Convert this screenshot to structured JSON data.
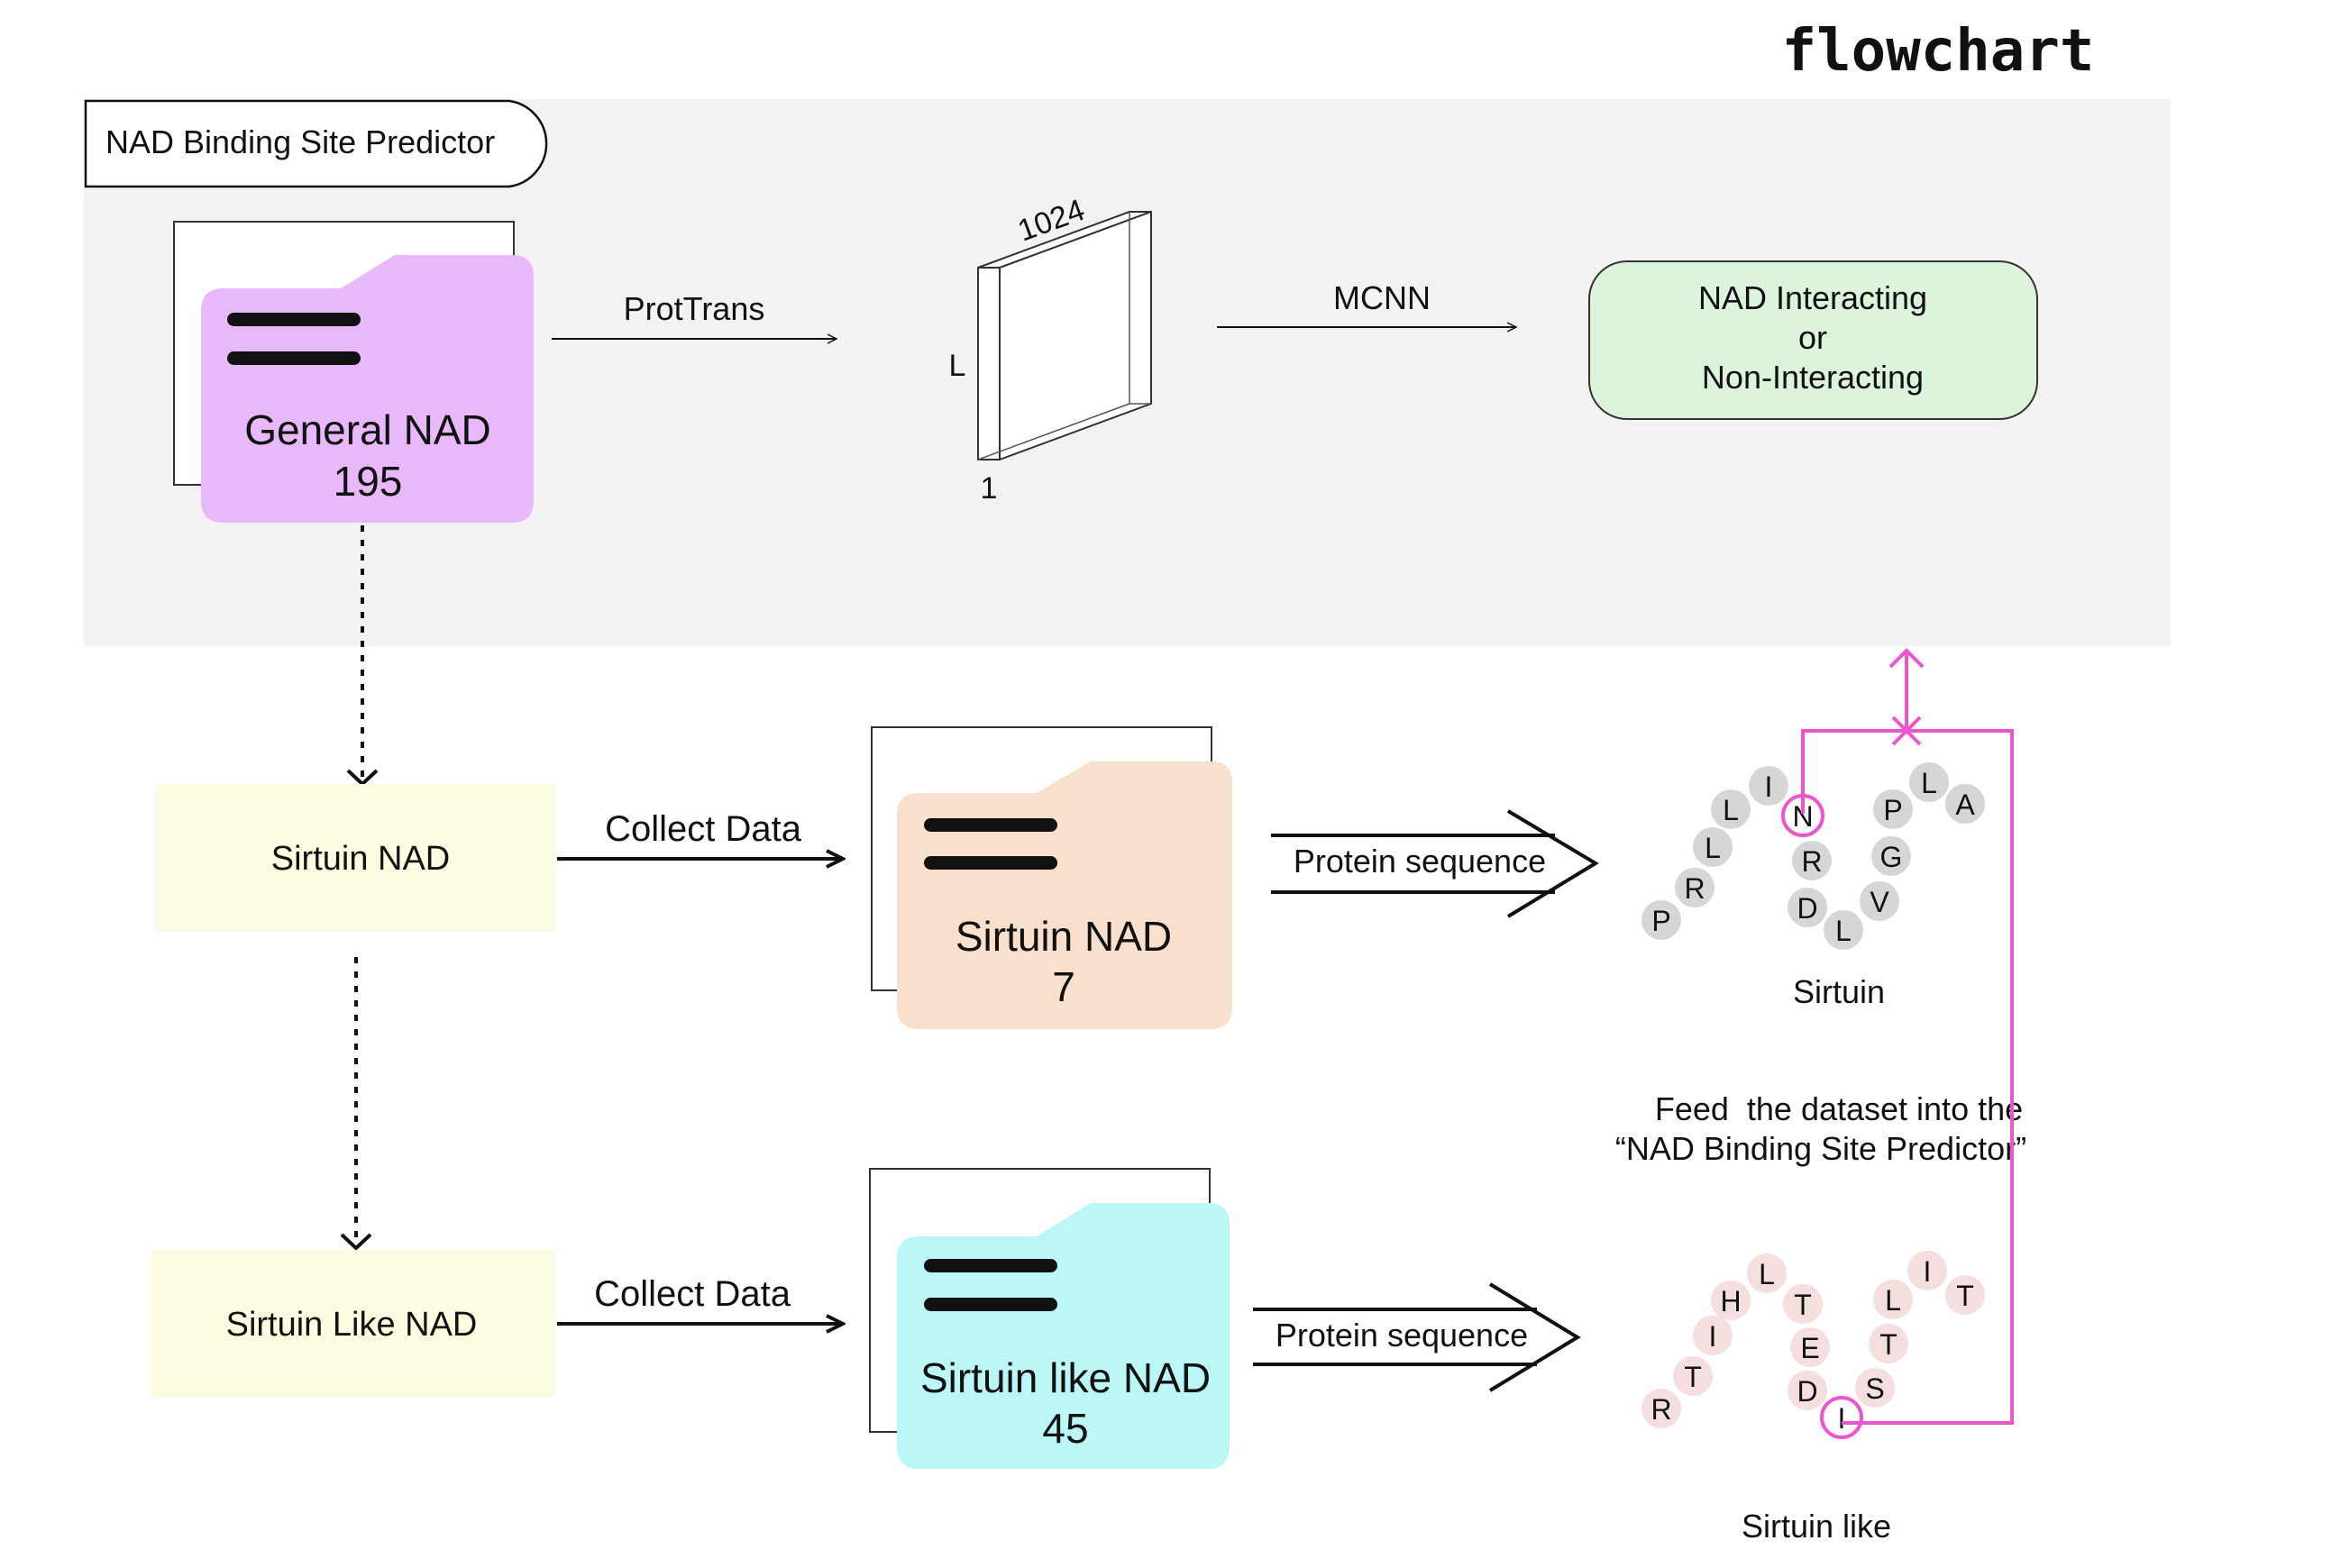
{
  "header": {
    "title": "flowchart"
  },
  "panel": {
    "label": "NAD Binding Site Predictor"
  },
  "folders": {
    "general": {
      "name": "General NAD",
      "count": "195"
    },
    "sirtuin": {
      "name": "Sirtuin NAD",
      "count": "7"
    },
    "sirtuin_like": {
      "name": "Sirtuin like NAD",
      "count": "45"
    }
  },
  "steps": {
    "prottrans": "ProtTrans",
    "mcnn": "MCNN",
    "collect_1": "Collect Data",
    "collect_2": "Collect Data",
    "protein_seq_1": "Protein sequence",
    "protein_seq_2": "Protein sequence"
  },
  "tensor": {
    "width_label": "1024",
    "height_label": "L",
    "depth_label": "1"
  },
  "output": {
    "line1": "NAD Interacting",
    "line2": "or",
    "line3": "Non-Interacting"
  },
  "classes": {
    "sirtuin": "Sirtuin NAD",
    "sirtuin_like": "Sirtuin Like NAD"
  },
  "sequences": {
    "sirtuin": {
      "caption": "Sirtuin",
      "residues": [
        "P",
        "R",
        "L",
        "L",
        "I",
        "N",
        "R",
        "D",
        "L",
        "V",
        "G",
        "P",
        "L",
        "A"
      ],
      "highlight_index": 5
    },
    "sirtuin_like": {
      "caption": "Sirtuin like",
      "residues": [
        "R",
        "T",
        "I",
        "H",
        "L",
        "T",
        "E",
        "D",
        "I",
        "S",
        "T",
        "L",
        "I",
        "T"
      ],
      "highlight_index": 8
    }
  },
  "feed": {
    "line1": "Feed  the dataset into the",
    "line2": "“NAD Binding Site Predictor”"
  },
  "colors": {
    "panel_bg": "#f3f1f1",
    "general_folder": "#e8b8fa",
    "sirtuin_folder": "#f8e0cc",
    "sirtuin_like_folder": "#bbf7f7",
    "output_box": "#dcf3dc",
    "class_box": "#fcfde0",
    "residue_sirtuin": "#d6d6d6",
    "residue_sirtuin_like": "#f5dede",
    "highlight": "#ee55cc"
  }
}
